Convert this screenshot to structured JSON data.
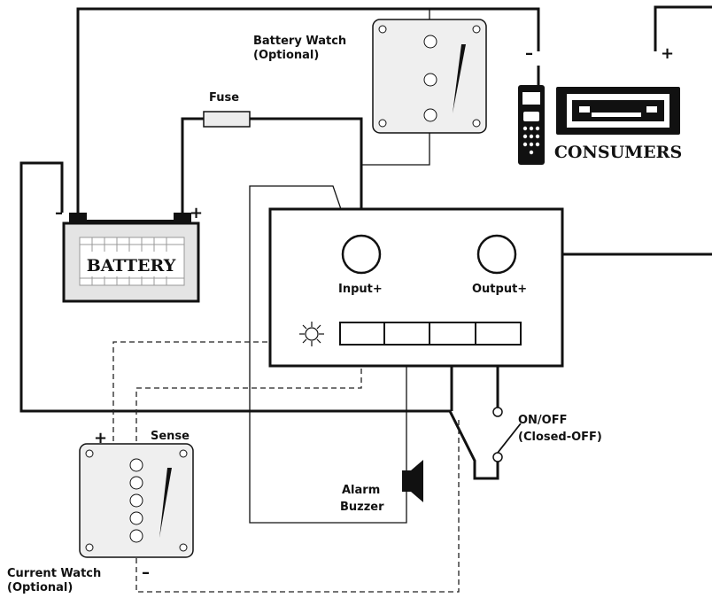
{
  "labels": {
    "battery_watch": "Battery Watch",
    "battery_watch_optional": "(Optional)",
    "fuse": "Fuse",
    "battery": "BATTERY",
    "consumers": "CONSUMERS",
    "input": "Input+",
    "output": "Output+",
    "on_off": "ON/OFF",
    "closed_off": "(Closed-OFF)",
    "alarm": "Alarm",
    "buzzer": "Buzzer",
    "sense": "Sense",
    "current_watch": "Current Watch",
    "current_watch_optional": "(Optional)",
    "minus": "–",
    "plus": "+"
  },
  "colors": {
    "line": "#111111",
    "panel_fill": "#efefef",
    "battery_fill": "#e4e4e4"
  }
}
